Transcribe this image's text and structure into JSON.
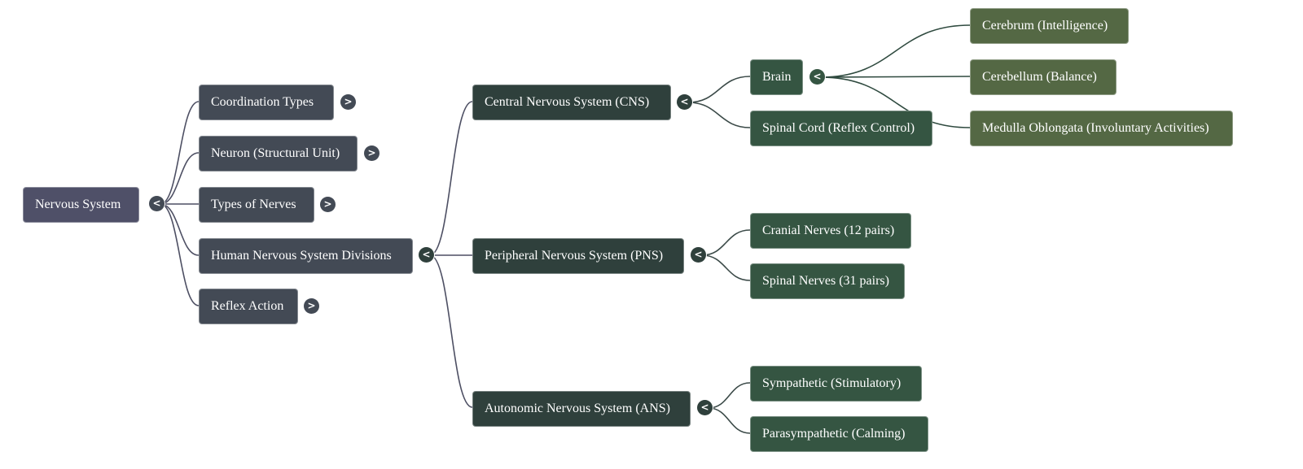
{
  "colors": {
    "root": "#4f5068",
    "level1": "#434a55",
    "level2": "#2f403c",
    "level3": "#355542",
    "level4": "#546844",
    "link_level1": "#4d4f63",
    "link_level2": "#3b4a48",
    "link_level3": "#2f4a3f"
  },
  "mindmap": {
    "root": {
      "label": "Nervous System",
      "toggle": "<",
      "toggle_icon": "collapse-icon"
    },
    "level1": [
      {
        "label": "Coordination Types",
        "toggle": ">",
        "toggle_icon": "expand-icon"
      },
      {
        "label": "Neuron (Structural Unit)",
        "toggle": ">",
        "toggle_icon": "expand-icon"
      },
      {
        "label": "Types of Nerves",
        "toggle": ">",
        "toggle_icon": "expand-icon"
      },
      {
        "label": "Human Nervous System Divisions",
        "toggle": "<",
        "toggle_icon": "collapse-icon"
      },
      {
        "label": "Reflex Action",
        "toggle": ">",
        "toggle_icon": "expand-icon"
      }
    ],
    "divisions": [
      {
        "label": "Central Nervous System (CNS)",
        "toggle": "<",
        "toggle_icon": "collapse-icon"
      },
      {
        "label": "Peripheral Nervous System (PNS)",
        "toggle": "<",
        "toggle_icon": "collapse-icon"
      },
      {
        "label": "Autonomic Nervous System (ANS)",
        "toggle": "<",
        "toggle_icon": "collapse-icon"
      }
    ],
    "cns_children": [
      {
        "label": "Brain",
        "toggle": "<",
        "toggle_icon": "collapse-icon"
      },
      {
        "label": "Spinal Cord (Reflex Control)"
      }
    ],
    "brain_children": [
      {
        "label": "Cerebrum (Intelligence)"
      },
      {
        "label": "Cerebellum (Balance)"
      },
      {
        "label": "Medulla Oblongata (Involuntary Activities)"
      }
    ],
    "pns_children": [
      {
        "label": "Cranial Nerves (12 pairs)"
      },
      {
        "label": "Spinal Nerves (31 pairs)"
      }
    ],
    "ans_children": [
      {
        "label": "Sympathetic (Stimulatory)"
      },
      {
        "label": "Parasympathetic (Calming)"
      }
    ]
  }
}
